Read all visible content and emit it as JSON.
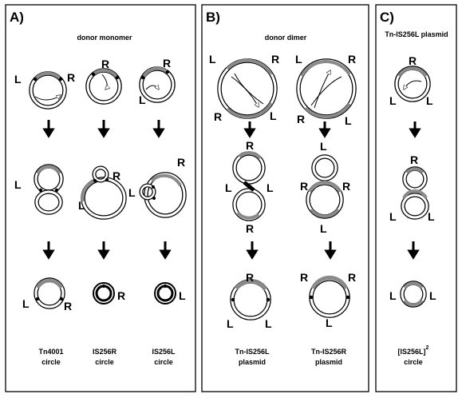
{
  "panels": {
    "a": {
      "letter": "A)",
      "title": "donor monomer",
      "captions": [
        {
          "line1": "Tn4001",
          "line2": "circle"
        },
        {
          "line1": "IS256R",
          "line2": "circle"
        },
        {
          "line1": "IS256L",
          "line2": "circle"
        }
      ]
    },
    "b": {
      "letter": "B)",
      "title": "donor dimer",
      "captions": [
        {
          "line1": "Tn-IS256L",
          "line2": "plasmid"
        },
        {
          "line1": "Tn-IS256R",
          "line2": "plasmid"
        }
      ]
    },
    "c": {
      "letter": "C)",
      "title": "Tn-IS256L plasmid",
      "captions": [
        {
          "line1": "[IS256L]",
          "sup": "2",
          "line2": "circle"
        }
      ]
    }
  },
  "end_labels": {
    "left": "L",
    "right": "R"
  },
  "colors": {
    "segment": "#8a8a8a",
    "stroke": "#000000",
    "arrow": "#ffffff"
  }
}
